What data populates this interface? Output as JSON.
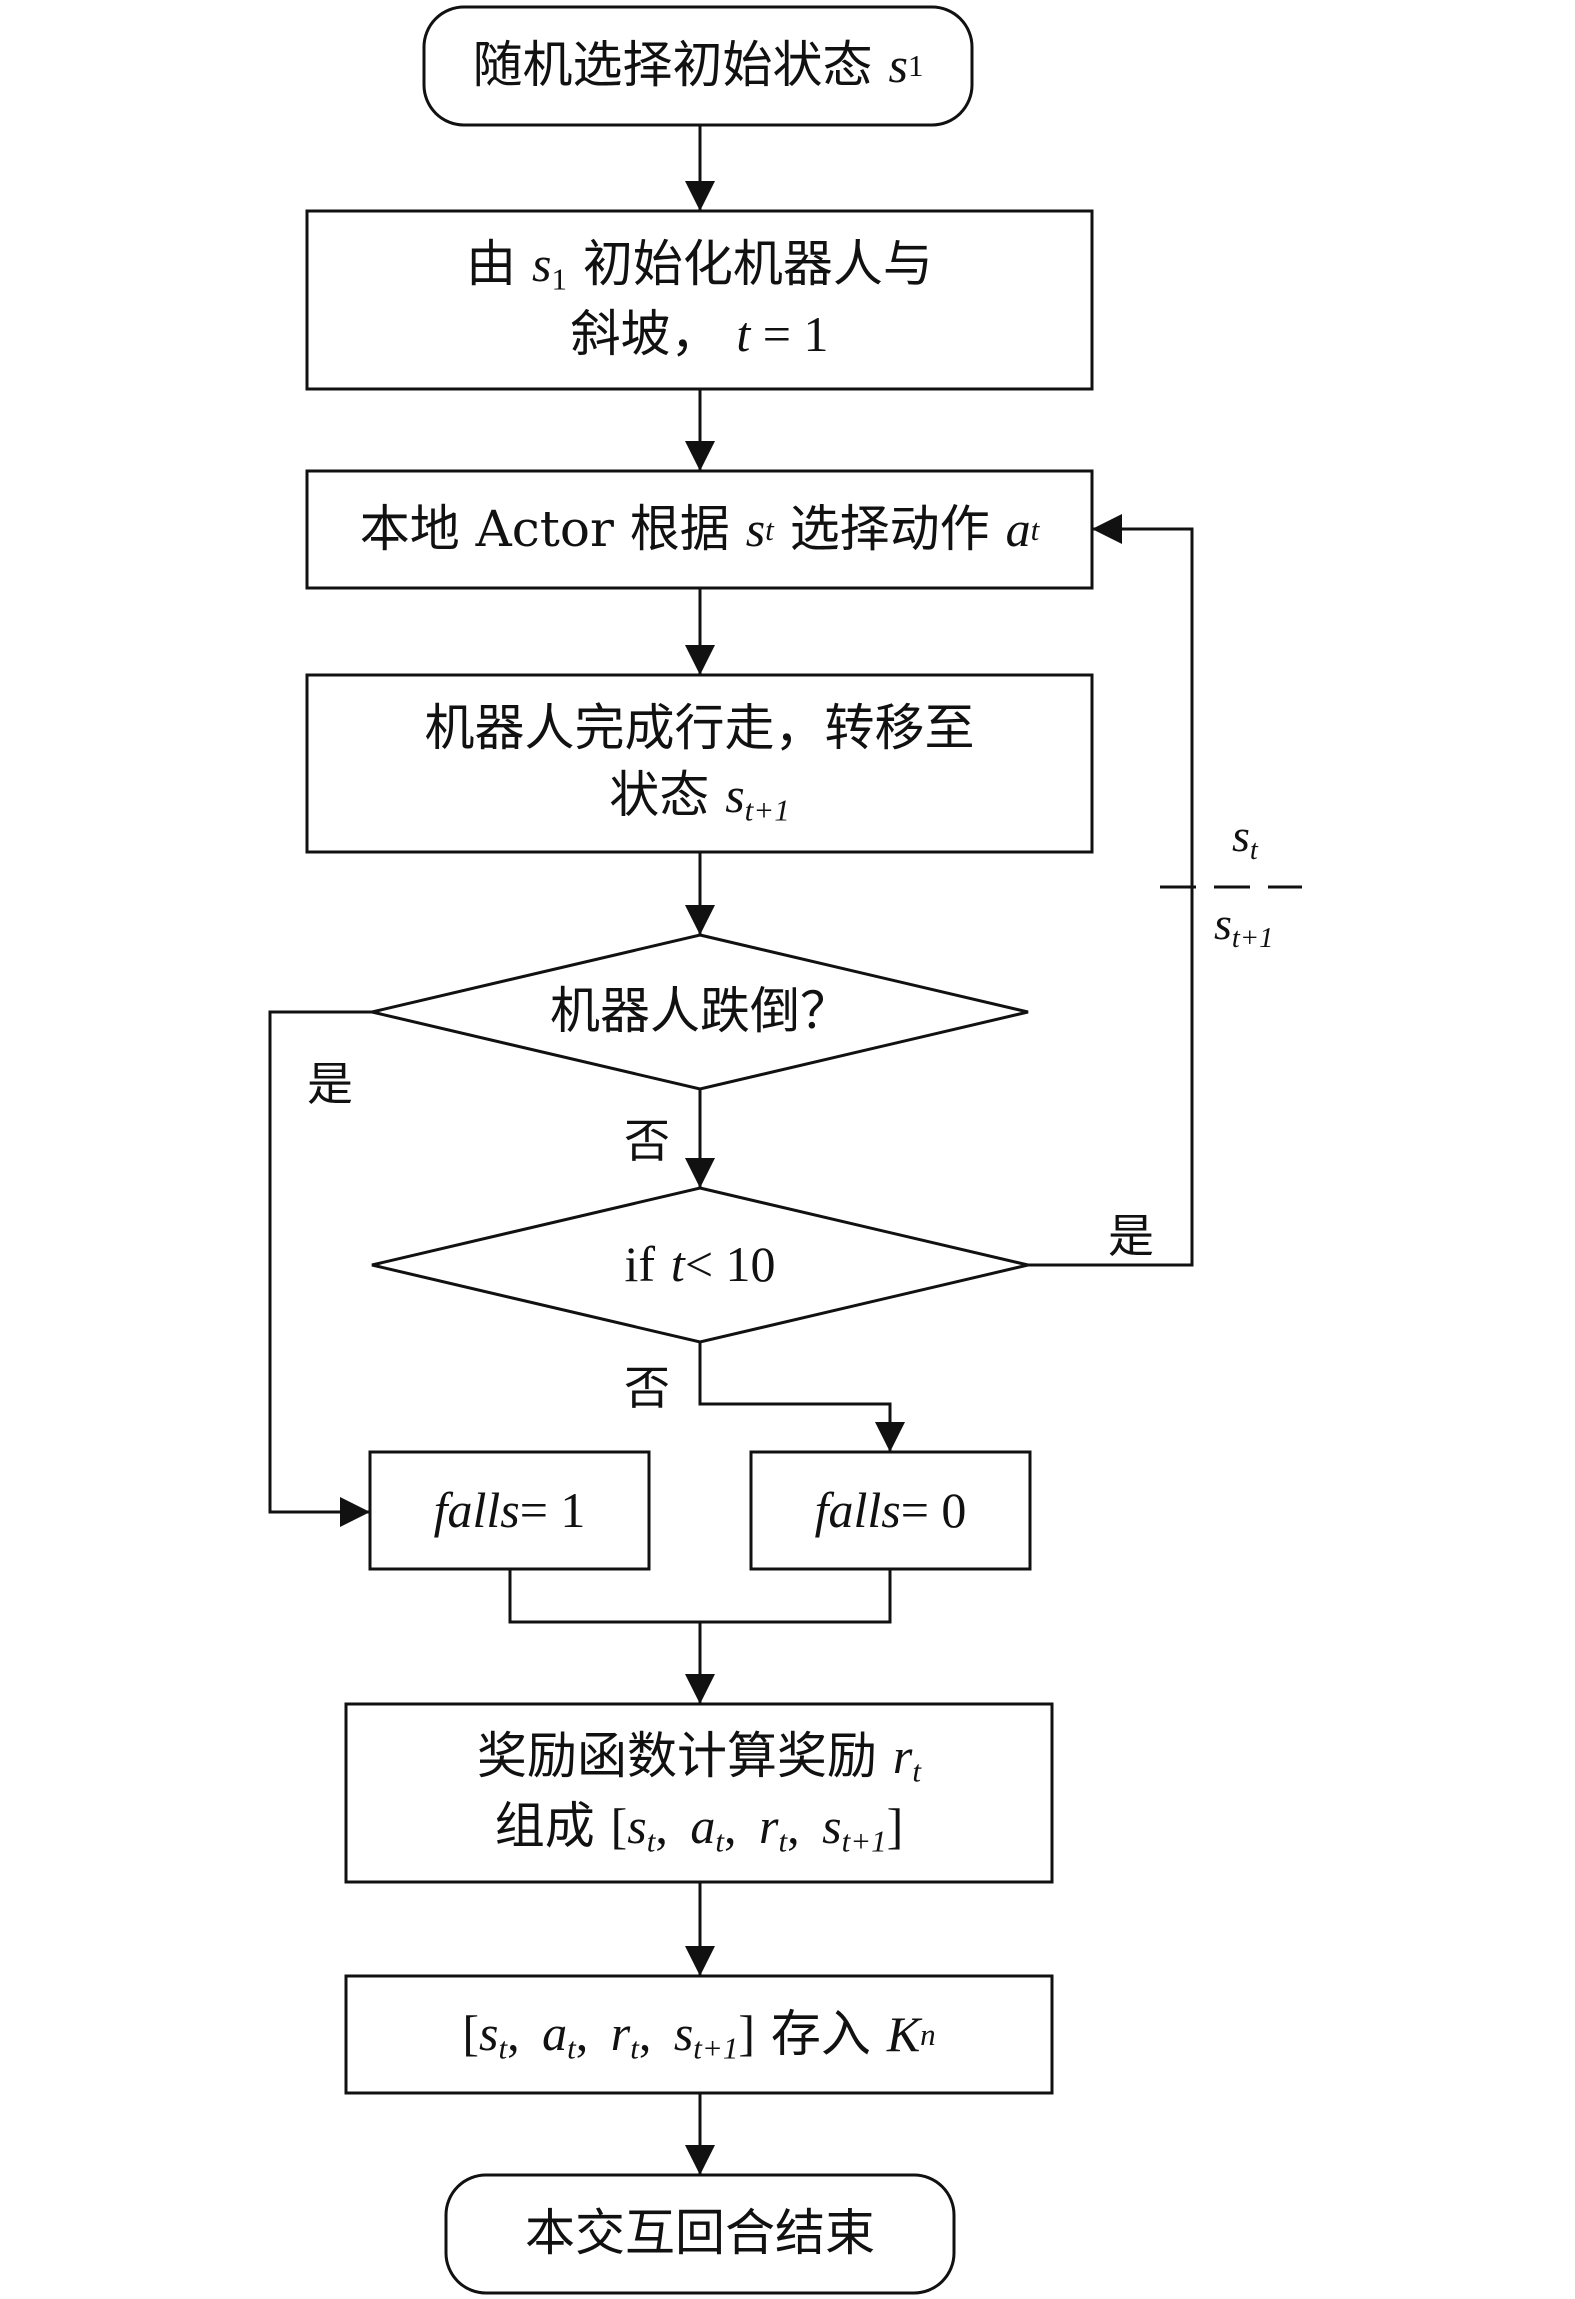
{
  "nodes": {
    "start": {
      "text": "随机选择初始状态",
      "var": "s",
      "sub": "1"
    },
    "init": {
      "text_a": "由",
      "var": "s",
      "sub": "1",
      "text_b": "初始化机器人与",
      "line2": "斜坡，",
      "eq_var": "t",
      "eq_rest": " = 1"
    },
    "actor": {
      "text_a": "本地 Actor 根据",
      "var1": "s",
      "sub1": "t",
      "text_b": "选择动作",
      "var2": "a",
      "sub2": "t"
    },
    "walk": {
      "line1": "机器人完成行走，转移至",
      "line2": "状态",
      "var": "s",
      "sub": "t+1"
    },
    "fall_q": {
      "text": "机器人跌倒？"
    },
    "loop_q": {
      "prefix": "if",
      "var": "t",
      "rest": " < 10"
    },
    "falls1": {
      "var": "falls",
      "rest": " = 1"
    },
    "falls0": {
      "var": "falls",
      "rest": " = 0"
    },
    "reward": {
      "line1": "奖励函数计算奖励",
      "var": "r",
      "sub": "t",
      "line2": "组成",
      "tuple": "[s_t, a_t, r_t, s_{t+1}]"
    },
    "store": {
      "tuple": "[s_t, a_t, r_t, s_{t+1}]",
      "text": "存入",
      "var": "K",
      "sub": "n"
    },
    "end": {
      "text": "本交互回合结束"
    }
  },
  "labels": {
    "yes_left": "是",
    "no_1": "否",
    "yes_right": "是",
    "no_2": "否",
    "feedback_top": {
      "var": "s",
      "sub": "t"
    },
    "feedback_bottom": {
      "var": "s",
      "sub": "t+1"
    }
  }
}
